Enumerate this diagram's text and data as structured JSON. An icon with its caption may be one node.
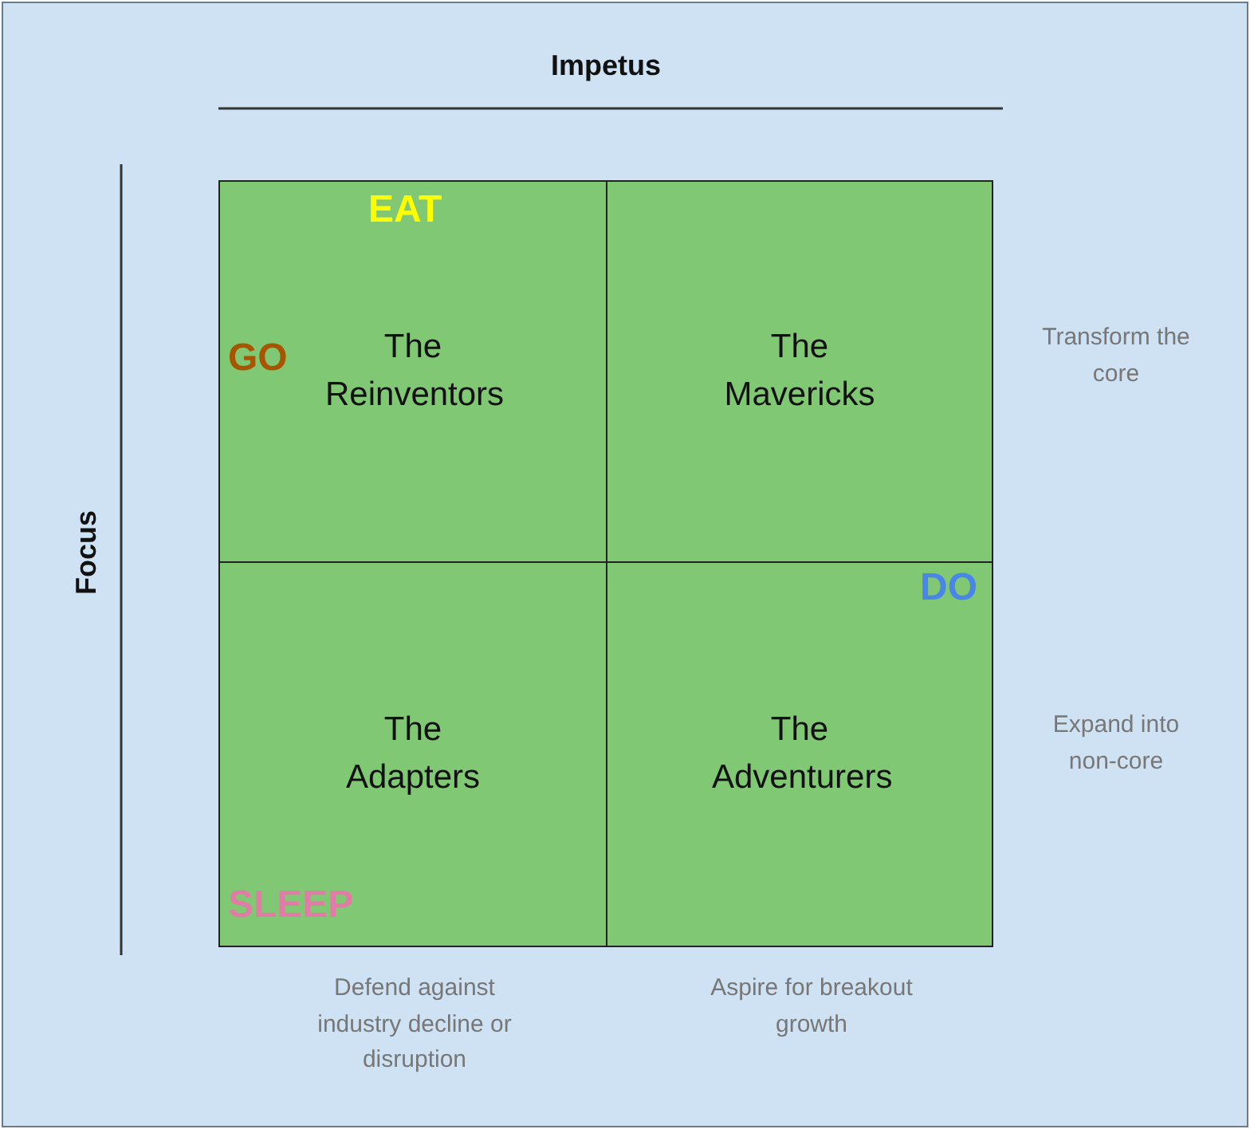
{
  "diagram": {
    "nodes": [
      {
        "text": [
          "The Reinventors"
        ]
      },
      {
        "text": [
          "The Mavericks"
        ]
      },
      {
        "text": [
          "The Adapters"
        ]
      },
      {
        "text": [
          "The Adventurers"
        ]
      }
    ],
    "labels": [
      "Impetus",
      "EAT",
      "GO",
      "Transform the core",
      "Focus",
      "DO",
      "Expand into non-core",
      "SLEEP",
      "Defend against industry decline or disruption",
      "Aspire for breakout growth"
    ]
  }
}
